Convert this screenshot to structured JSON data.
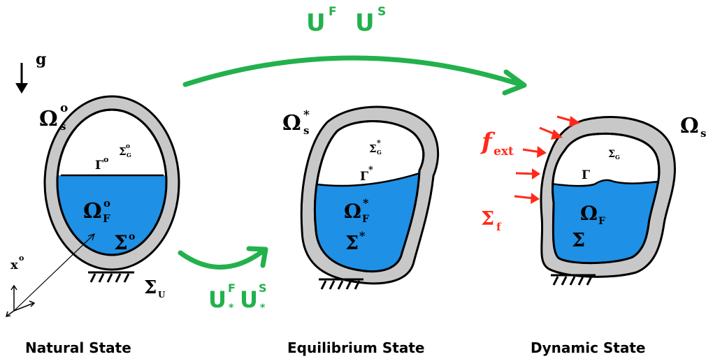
{
  "gravity": {
    "label": "g"
  },
  "natural": {
    "caption": "Natural State",
    "omega_s": "Ω",
    "omega_s_sub": "s",
    "omega_s_sup": "o",
    "gamma": "Γ",
    "gamma_sup": "o",
    "sigma_g": "Σ",
    "sigma_g_sub": "G",
    "sigma_g_sup": "o",
    "omega_f": "Ω",
    "omega_f_sub": "F",
    "omega_f_sup": "o",
    "sigma": "Σ",
    "sigma_sup": "o",
    "sigma_u": "Σ",
    "sigma_u_sub": "U",
    "x": "x",
    "x_sup": "o"
  },
  "equilibrium": {
    "caption": "Equilibrium State",
    "omega_s": "Ω",
    "omega_s_sub": "s",
    "omega_s_sup": "*",
    "gamma": "Γ",
    "gamma_sup": "*",
    "sigma_g": "Σ",
    "sigma_g_sub": "G",
    "sigma_g_sup": "*",
    "omega_f": "Ω",
    "omega_f_sub": "F",
    "omega_f_sup": "*",
    "sigma": "Σ",
    "sigma_sup": "*"
  },
  "dynamic": {
    "caption": "Dynamic State",
    "omega_s": "Ω",
    "omega_s_sub": "s",
    "gamma": "Γ",
    "sigma_g": "Σ",
    "sigma_g_sub": "G",
    "omega_f": "Ω",
    "omega_f_sub": "F",
    "sigma": "Σ",
    "f_ext": "f",
    "f_ext_sub": "ext",
    "sigma_f": "Σ",
    "sigma_f_sub": "f"
  },
  "top_arrow": {
    "u1": "U",
    "u1_sup": "F",
    "u2": "U",
    "u2_sup": "S"
  },
  "small_arrow": {
    "u1": "U",
    "u1_sup": "F",
    "u1_sub": "*",
    "u2": "U",
    "u2_sup": "S",
    "u2_sub": "*"
  },
  "colors": {
    "shell": "#c8c8c8",
    "fluid": "#1e90e6",
    "arrow": "#22b14c",
    "force": "#ff2a1a"
  }
}
